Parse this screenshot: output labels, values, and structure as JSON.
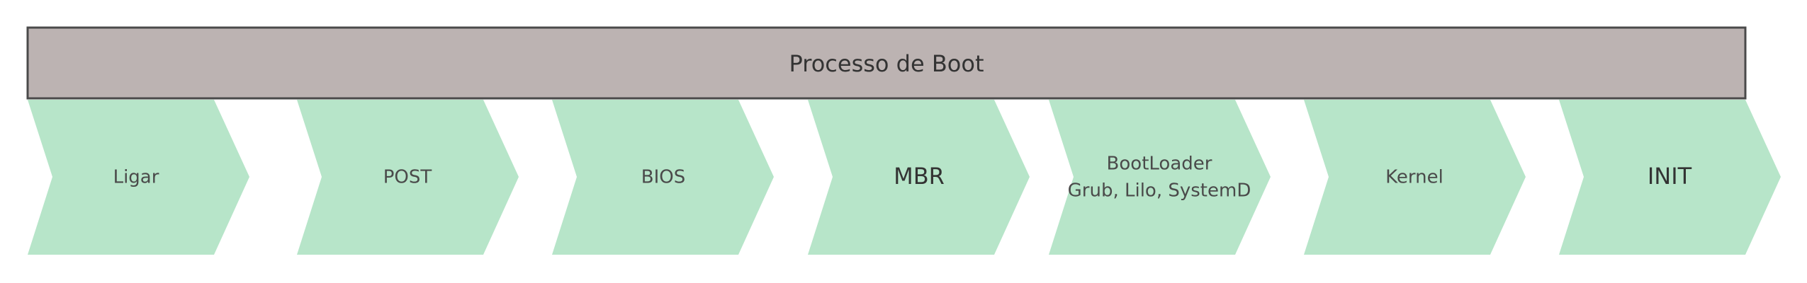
{
  "diagram": {
    "title": "Processo de Boot",
    "colors": {
      "title_fill": "#bcb3b2",
      "title_stroke": "#4a4a4a",
      "step_fill": "#b7e5c9"
    },
    "steps": [
      {
        "label_line1": "Ligar",
        "label_line2": ""
      },
      {
        "label_line1": "POST",
        "label_line2": ""
      },
      {
        "label_line1": "BIOS",
        "label_line2": ""
      },
      {
        "label_line1": "MBR",
        "label_line2": ""
      },
      {
        "label_line1": "BootLoader",
        "label_line2": "Grub, Lilo, SystemD"
      },
      {
        "label_line1": "Kernel",
        "label_line2": ""
      },
      {
        "label_line1": "INIT",
        "label_line2": ""
      }
    ]
  }
}
